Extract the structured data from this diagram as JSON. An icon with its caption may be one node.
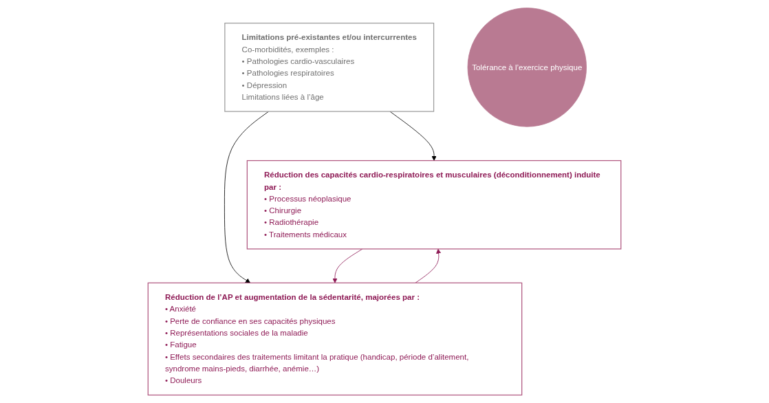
{
  "diagram": {
    "nodes": [
      {
        "text": [
          "Réduction des capacités cardio-respiratoires et musculaires (déconditionnement) induite par :",
          "• Processus néoplasique",
          "• Chirurgie",
          "• Radiothérapie",
          "• Traitements médicaux"
        ]
      },
      {
        "text": [
          "Limitations pré-existantes et/ou intercurrentes",
          "Co-morbidités, exemples :",
          "• Pathologies cardio-vasculaires",
          "• Pathologies respiratoires",
          "• Dépression",
          "Limitations liées à l’âge"
        ]
      },
      {
        "text": [
          "Tolérance à l’exercice physique"
        ]
      },
      {
        "text": [
          "Réduction de l’AP et augmentation de la sédentarité, majorées par :",
          "• Anxiété",
          "• Perte de confiance en ses capacités physiques",
          "• Représentations sociales de la maladie",
          "• Fatigue",
          "• Effets secondaires des traitements limitant la pratique (handicap, période d’alitement, syndrome mains-pieds, diarrhée, anémie…)",
          "• Douleurs"
        ]
      }
    ],
    "edges": [
      {
        "from": 1,
        "to": 0,
        "arrow": "to",
        "color": "#000000"
      },
      {
        "from": 1,
        "to": 3,
        "arrow": "to",
        "color": "#000000"
      },
      {
        "from": 0,
        "to": 3,
        "arrow": "to",
        "color": "#8e1a55"
      },
      {
        "from": 3,
        "to": 0,
        "arrow": "to",
        "color": "#8e1a55"
      }
    ]
  }
}
